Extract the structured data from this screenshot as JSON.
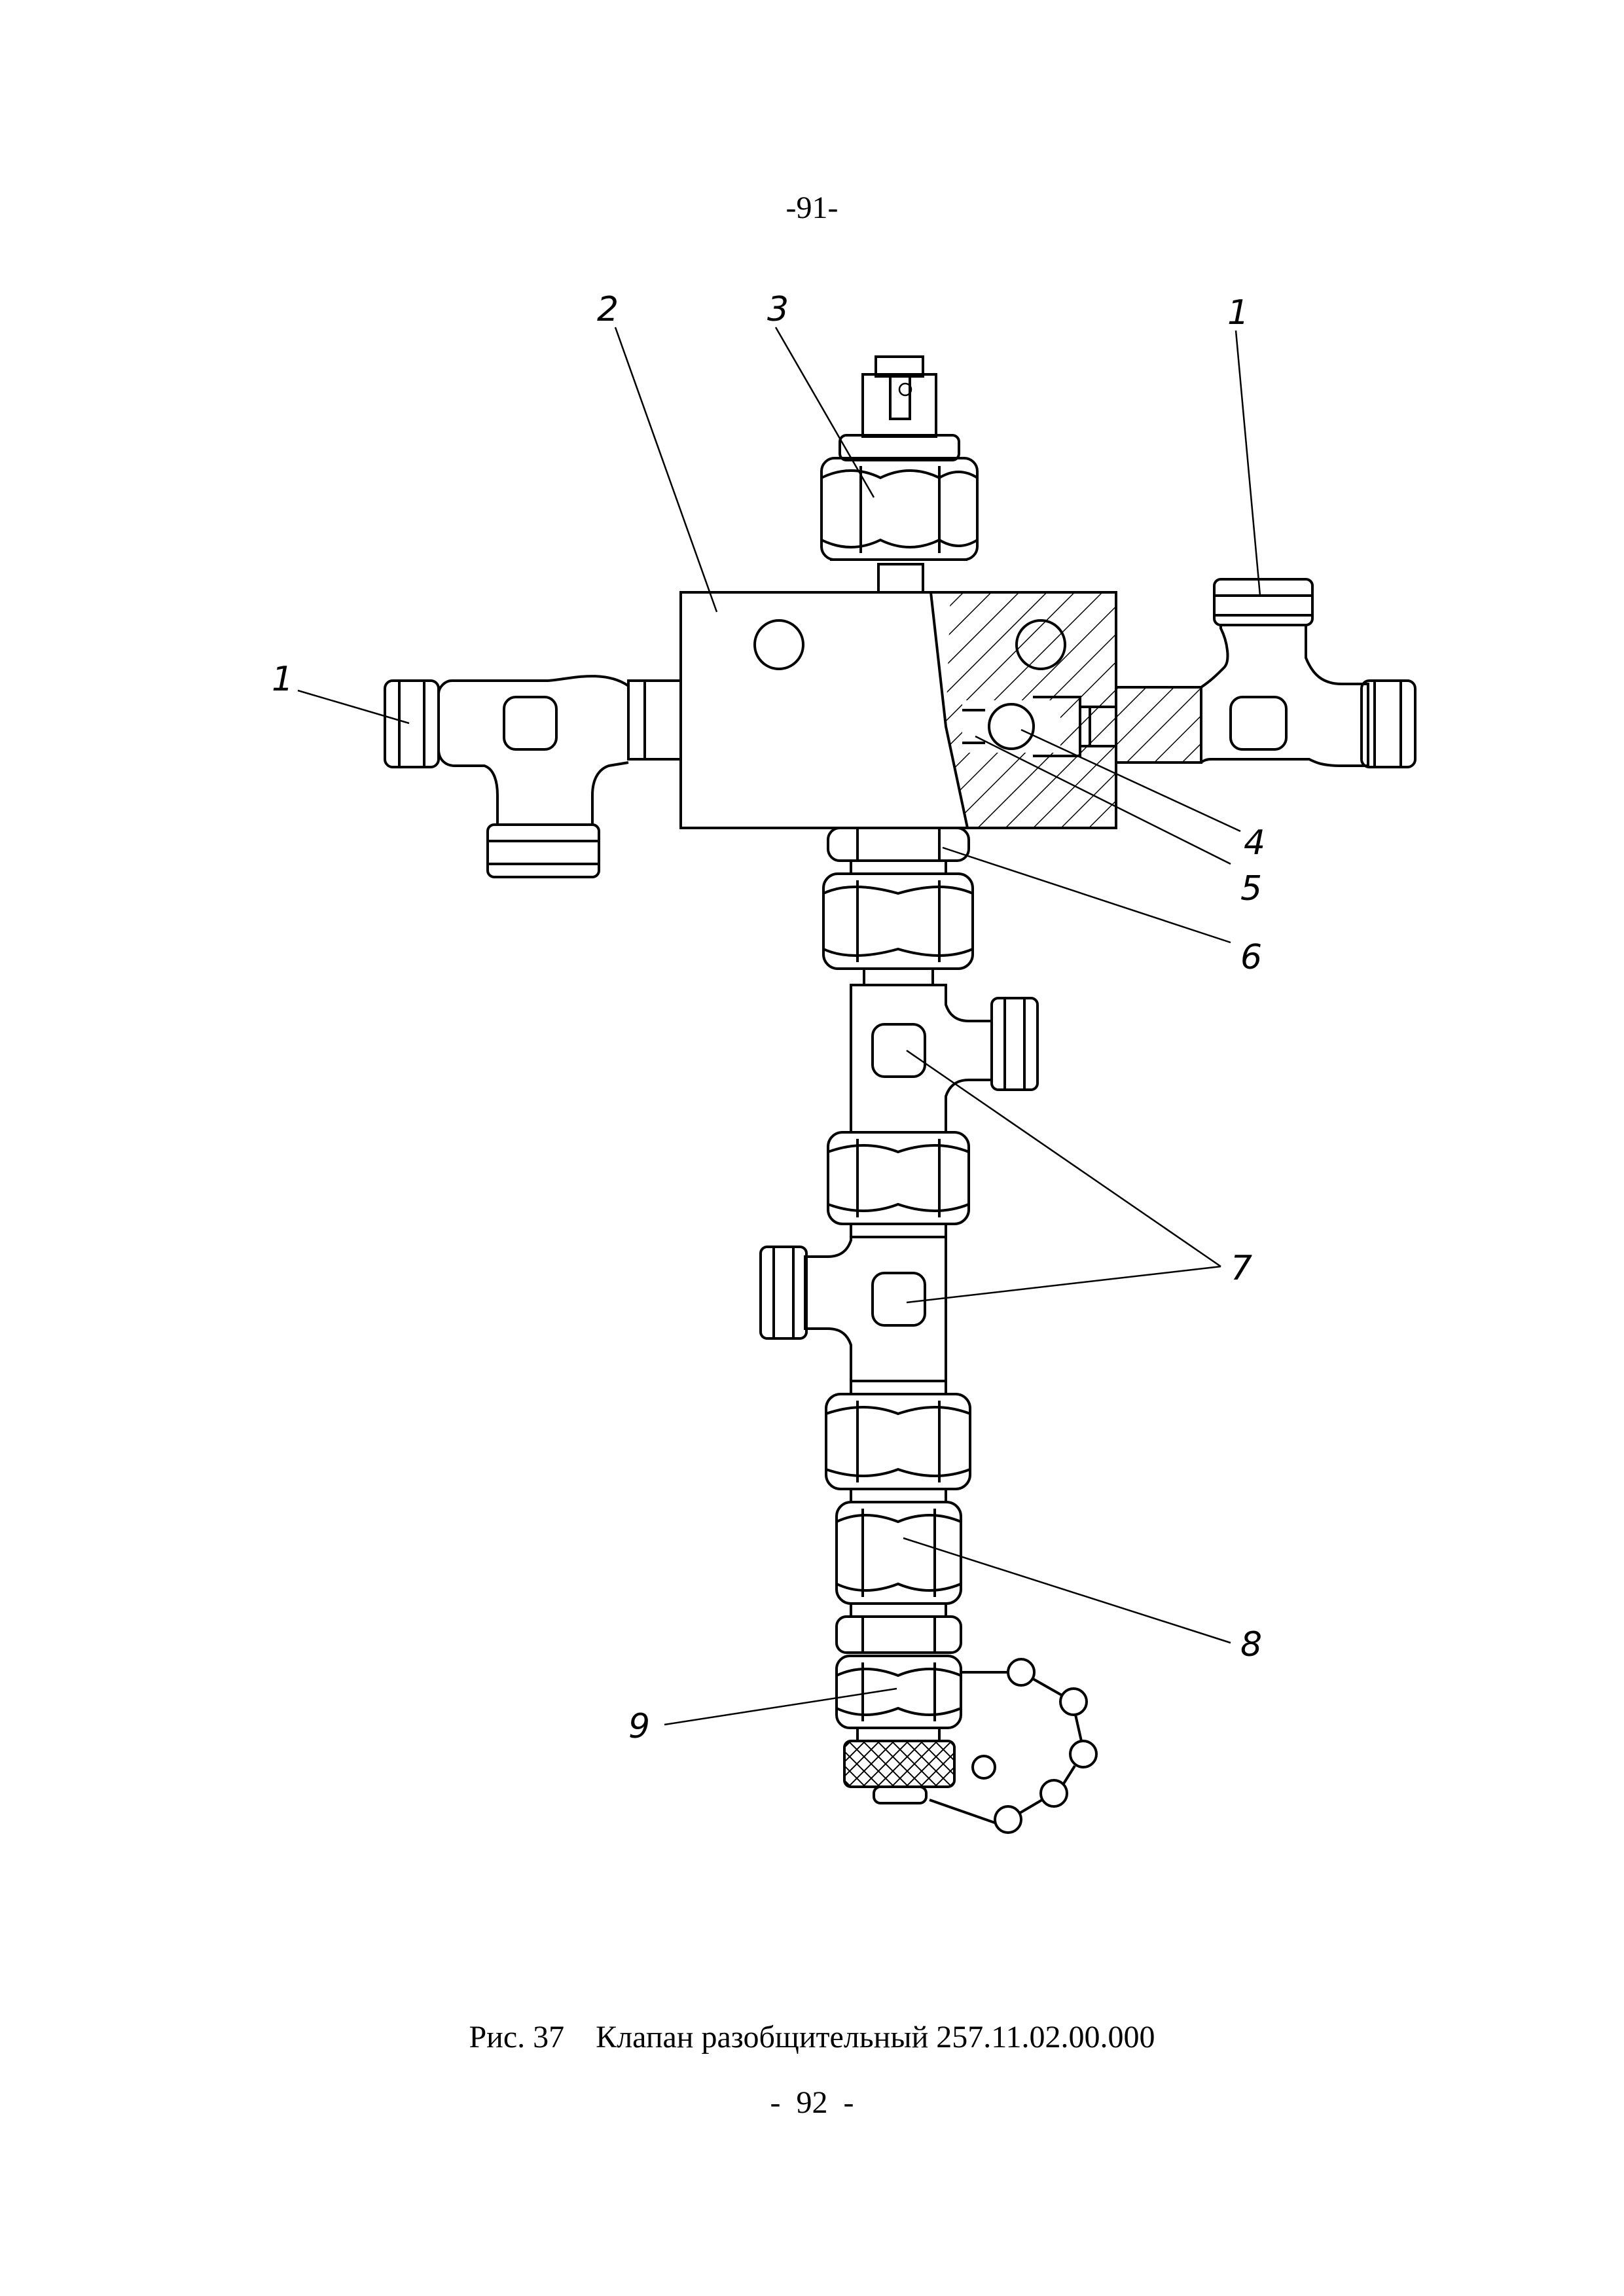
{
  "page": {
    "top_number": "-91-",
    "caption": "Рис. 37    Клапан разобщительный 257.11.02.00.000",
    "bottom_number": "-  92  -"
  },
  "drawing": {
    "callouts": [
      "1",
      "2",
      "3",
      "1",
      "4",
      "5",
      "6",
      "7",
      "8",
      "9"
    ]
  }
}
